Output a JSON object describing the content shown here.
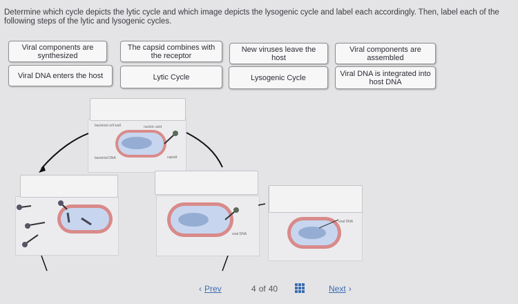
{
  "instructions": "Determine which cycle depicts the lytic cycle and which image depicts the lysogenic cycle and label each accordingly. Then, label each of the following steps of the lytic and lysogenic cycles.",
  "labels": [
    "Viral components are synthesized",
    "The capsid combines with the receptor",
    "New viruses leave the host",
    "Viral components are assembled",
    "Viral DNA enters the host",
    "Lytic Cycle",
    "Lysogenic Cycle",
    "Viral DNA is integrated into host DNA"
  ],
  "diagram": {
    "bacterial_cell_wall": "bacterial cell wall",
    "nucleic_acid": "nucleic acid",
    "bacterial_dna": "bacterial DNA",
    "capsid": "capsid",
    "viral_dna_1": "viral DNA",
    "viral_dna_2": "viral DNA"
  },
  "navigation": {
    "prev": "Prev",
    "page_current": "4",
    "page_of": "of",
    "page_total": "40",
    "next": "Next"
  },
  "icons": {
    "prev": "chevron-left-icon",
    "next": "chevron-right-icon",
    "grid": "grid-icon"
  },
  "colors": {
    "nav": "#3a6bb0",
    "cell": "#d98a8a",
    "cytoplasm": "#c7d6ee"
  }
}
